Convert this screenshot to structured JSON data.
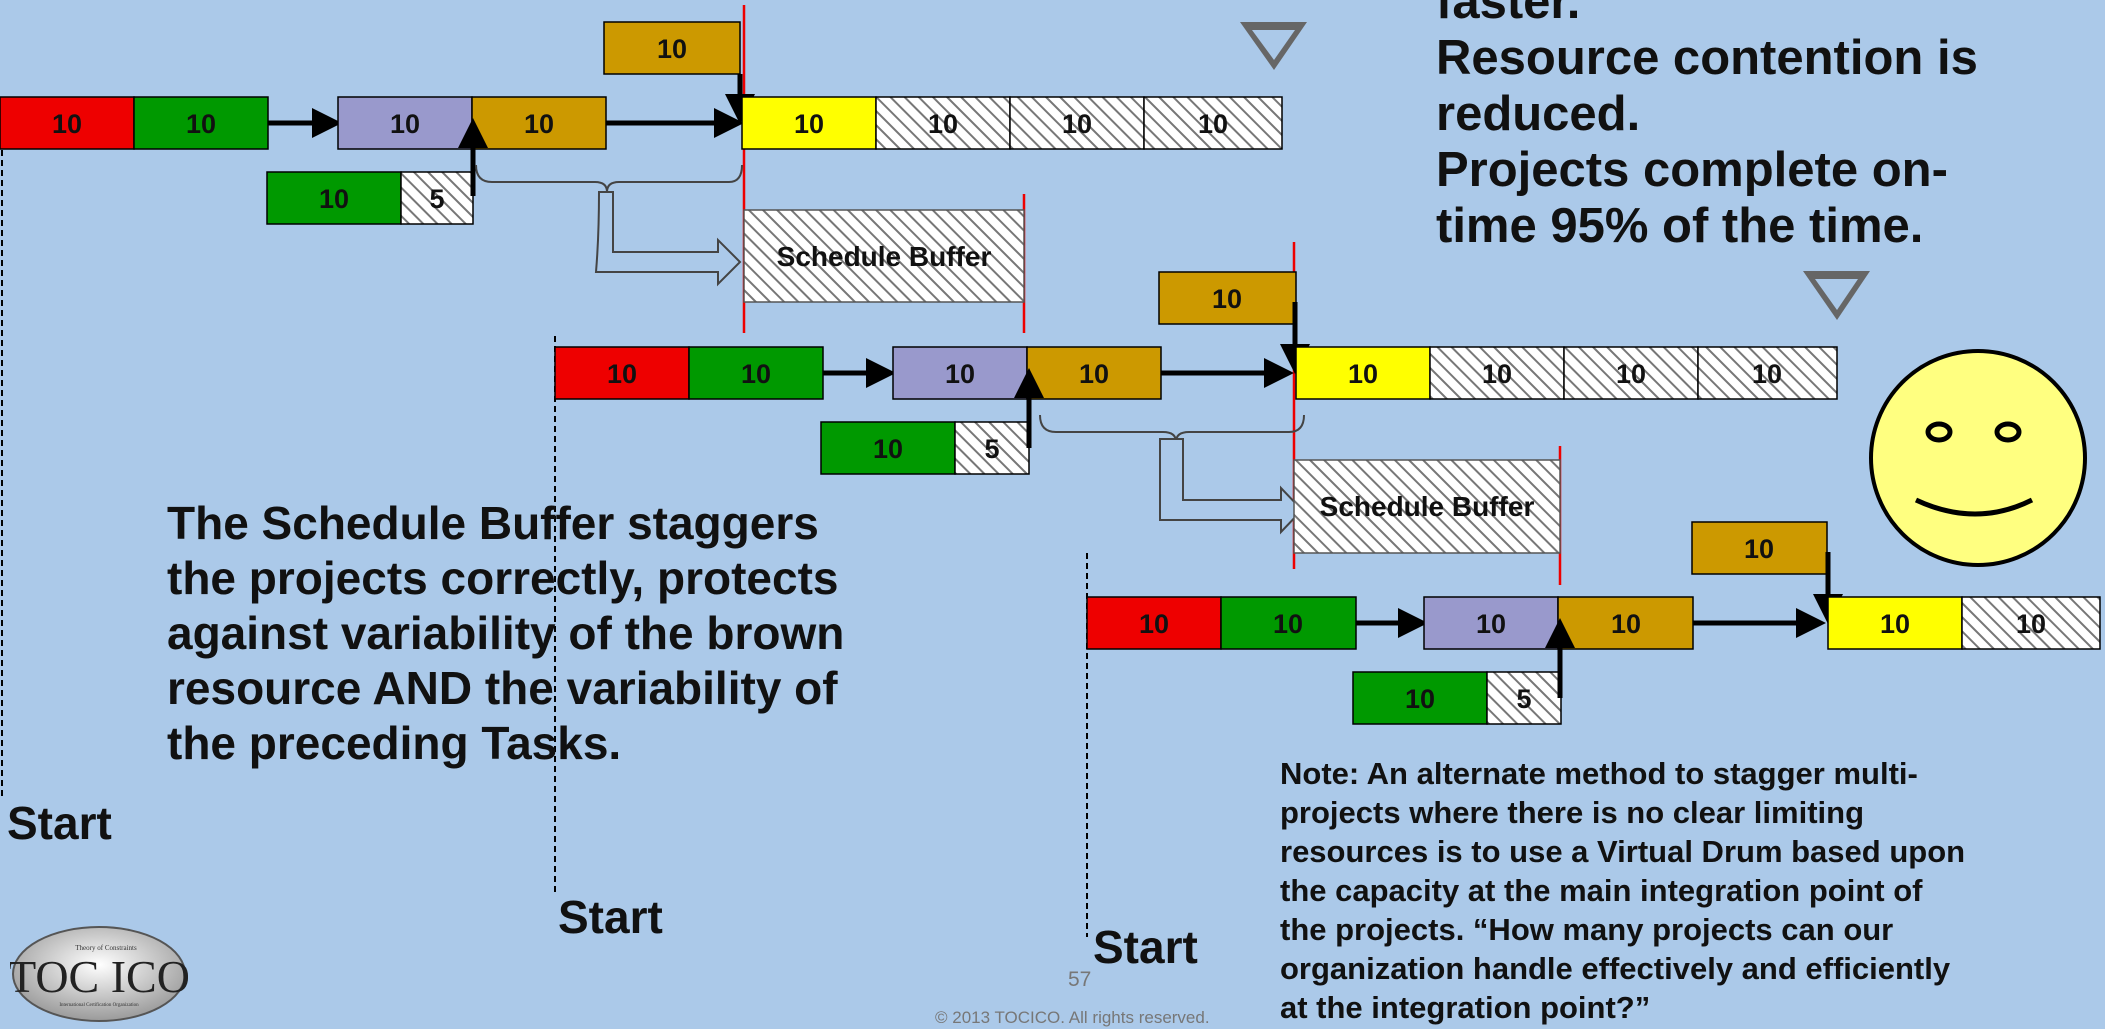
{
  "top_text": [
    "faster.",
    "Resource contention is",
    "reduced.",
    "Projects complete on-",
    "time 95% of the time."
  ],
  "main_text": [
    "The Schedule Buffer staggers",
    "the projects correctly,  protects",
    "against variability of the brown",
    "resource AND the variability of",
    "the preceding Tasks."
  ],
  "note_text": [
    "Note: An alternate method to stagger multi-",
    "projects where there is no clear limiting",
    "resources is to use a Virtual Drum based upon",
    "the capacity at the main integration point of",
    "the projects.  “How many projects can our",
    "organization handle effectively and efficiently",
    "at the integration point?”"
  ],
  "start_label": "Start",
  "schedule_buffer_label": "Schedule Buffer",
  "page_number": "57",
  "copyright": "© 2013 TOCICO. All rights reserved.",
  "logo": {
    "main": "TOC ICO",
    "top": "Theory of Constraints",
    "bottom": "International Certification Organization"
  },
  "colors": {
    "background": "#abc9e9",
    "red": "#ee0000",
    "green": "#009900",
    "lavender": "#9999cc",
    "brown": "#cc9900",
    "yellow": "#ffff00",
    "buffer_line": "#ee0000",
    "smiley": "#ffff80"
  },
  "projects": [
    {
      "tasks": {
        "red": "10",
        "green": "10",
        "lavender": "10",
        "brown": "10",
        "brown_top": "10",
        "green_lower": "10",
        "hatch_lower": "5",
        "yellow": "10",
        "hatch_1": "10",
        "hatch_2": "10",
        "hatch_3": "10"
      }
    },
    {
      "tasks": {
        "red": "10",
        "green": "10",
        "lavender": "10",
        "brown": "10",
        "brown_top": "10",
        "green_lower": "10",
        "hatch_lower": "5",
        "yellow": "10",
        "hatch_1": "10",
        "hatch_2": "10",
        "hatch_3": "10"
      }
    },
    {
      "tasks": {
        "red": "10",
        "green": "10",
        "lavender": "10",
        "brown": "10",
        "brown_top": "10",
        "green_lower": "10",
        "hatch_lower": "5",
        "yellow": "10",
        "hatch_1": "10"
      }
    }
  ]
}
